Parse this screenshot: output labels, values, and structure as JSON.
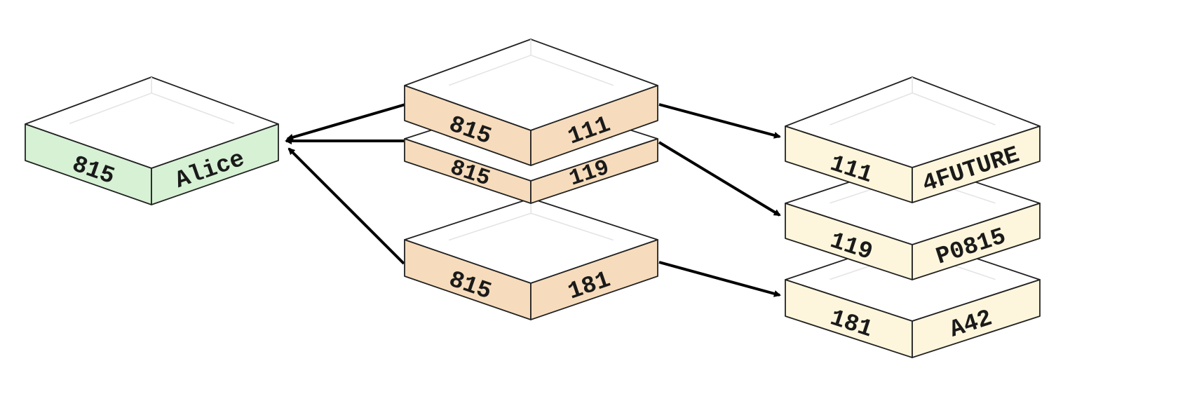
{
  "colors": {
    "user": "#d6f1d4",
    "link": "#f6dcbc",
    "item": "#fdf6dc",
    "top": "#ffffff",
    "arrow": "#000000"
  },
  "blocks": [
    {
      "id": "user-alice",
      "kind": "user",
      "left": "815",
      "right": "Alice"
    },
    {
      "id": "link-111",
      "kind": "link",
      "left": "815",
      "right": "111"
    },
    {
      "id": "link-119",
      "kind": "link",
      "left": "815",
      "right": "119"
    },
    {
      "id": "link-181",
      "kind": "link",
      "left": "815",
      "right": "181"
    },
    {
      "id": "item-111",
      "kind": "item",
      "left": "111",
      "right": "4FUTURE"
    },
    {
      "id": "item-119",
      "kind": "item",
      "left": "119",
      "right": "P0815"
    },
    {
      "id": "item-181",
      "kind": "item",
      "left": "181",
      "right": "A42"
    }
  ],
  "arrows": [
    {
      "from": "link-111",
      "to": "user-alice"
    },
    {
      "from": "link-119",
      "to": "user-alice"
    },
    {
      "from": "link-181",
      "to": "user-alice"
    },
    {
      "from": "link-111",
      "to": "item-111"
    },
    {
      "from": "link-119",
      "to": "item-119"
    },
    {
      "from": "link-181",
      "to": "item-181"
    }
  ]
}
